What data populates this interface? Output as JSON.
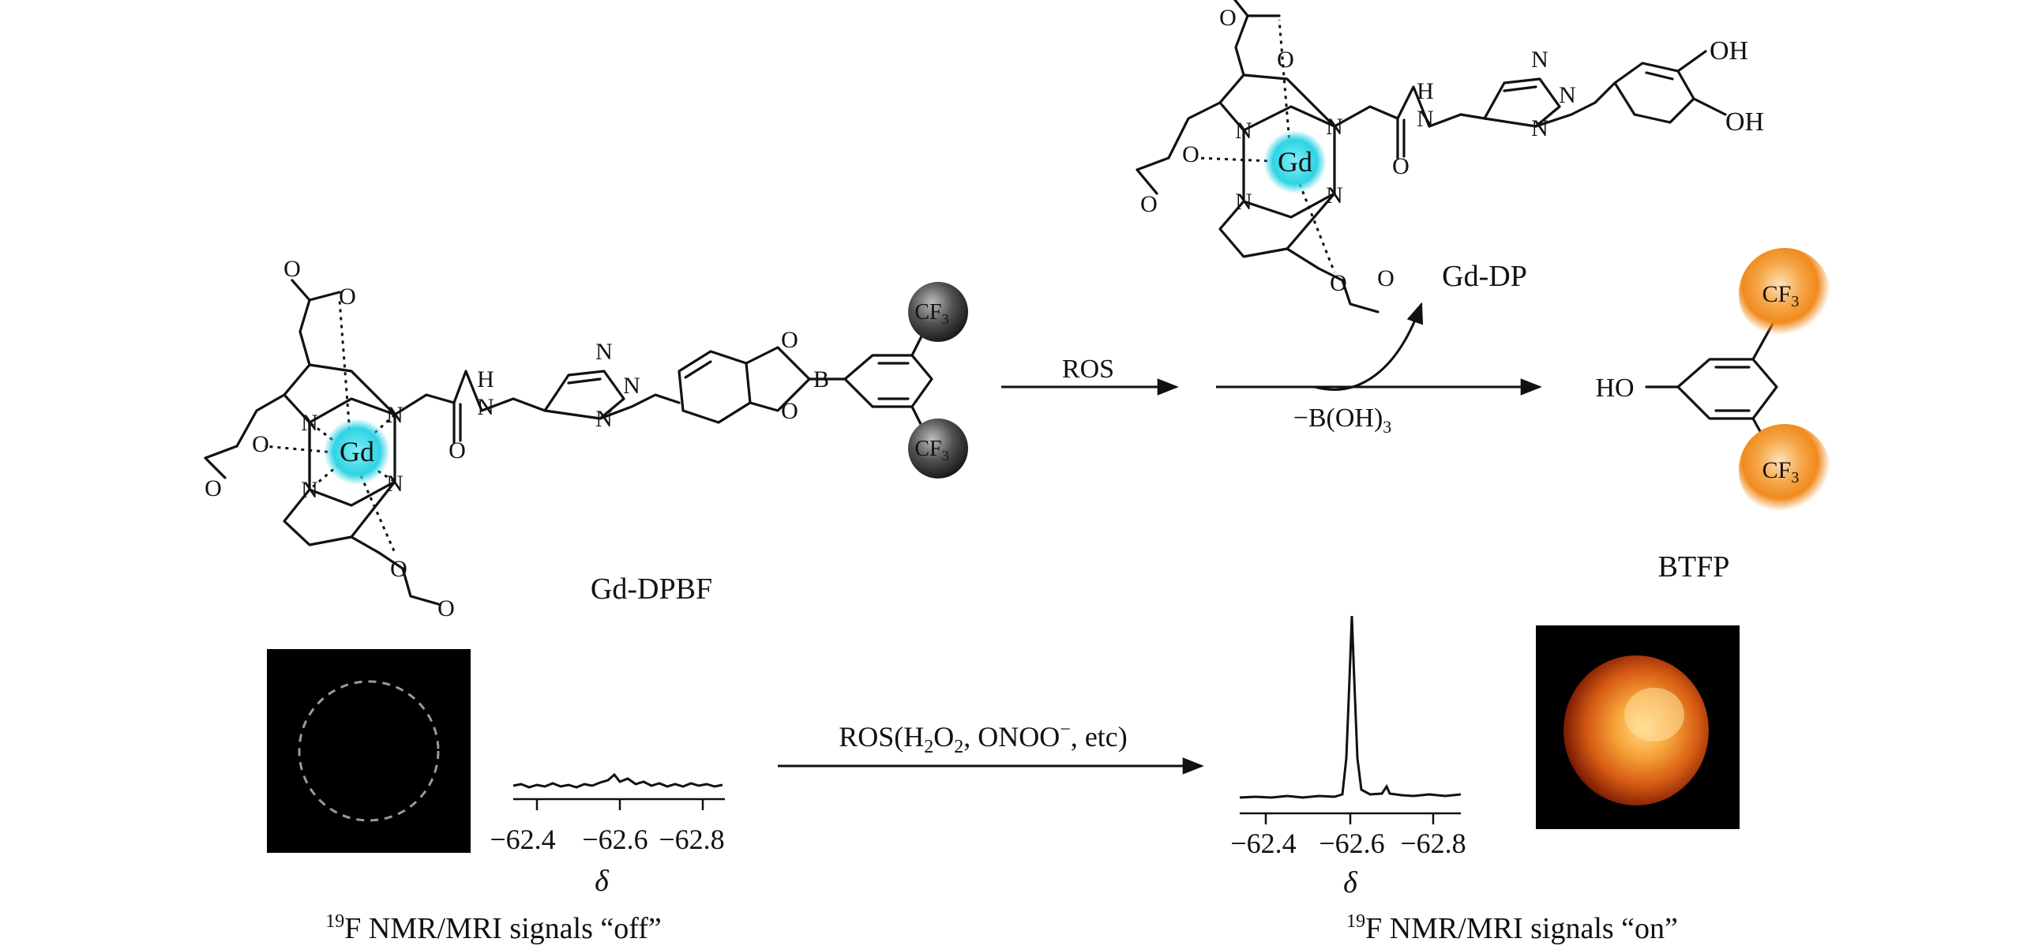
{
  "compounds": {
    "gd_dpbf": "Gd-DPBF",
    "gd_dp": "Gd-DP",
    "btfp": "BTFP"
  },
  "atoms": {
    "gd": "Gd",
    "n": "N",
    "o": "O",
    "b": "B",
    "h": "H",
    "ho": "HO",
    "oh": "OH",
    "cf3": "CF",
    "cf3_sub": "3"
  },
  "reaction": {
    "reagent": "ROS",
    "byproduct_main": "−B(OH)",
    "byproduct_sub": "3"
  },
  "imaging": {
    "stimulus_prefix": "ROS(H",
    "stimulus_sub1": "2",
    "stimulus_mid": "O",
    "stimulus_sub2": "2",
    "stimulus_tail1": ", ONOO",
    "stimulus_sup": "−",
    "stimulus_tail2": ", etc)",
    "axis_symbol": "δ",
    "ticks": [
      "−62.4",
      "−62.6",
      "−62.8"
    ],
    "nucleus_sup": "19",
    "off_caption": "F NMR/MRI signals “off”",
    "on_caption": "F NMR/MRI signals “on”"
  },
  "colors": {
    "gd_glow": "#35d6e6",
    "cf3_off": "#4a4a4a",
    "cf3_on": "#f08a1e",
    "mri_bg": "#000000"
  }
}
